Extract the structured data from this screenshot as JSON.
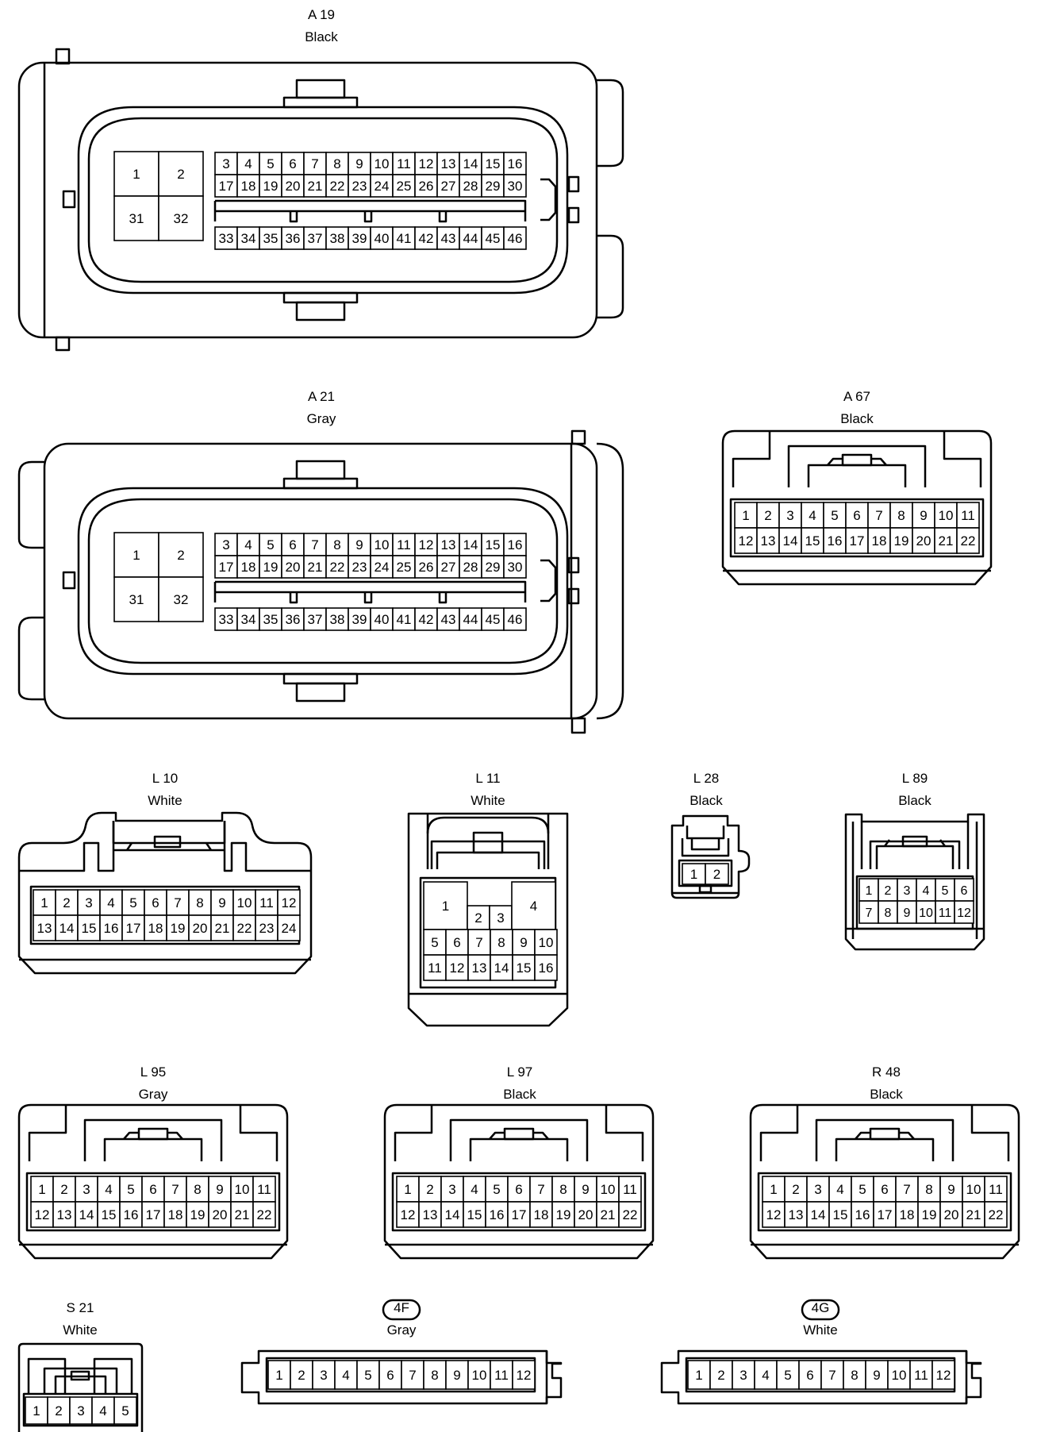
{
  "connectors": [
    {
      "key": "a19",
      "id": "A 19",
      "color": "Black"
    },
    {
      "key": "a21",
      "id": "A 21",
      "color": "Gray"
    },
    {
      "key": "a67",
      "id": "A 67",
      "color": "Black"
    },
    {
      "key": "l10",
      "id": "L 10",
      "color": "White"
    },
    {
      "key": "l11",
      "id": "L 11",
      "color": "White"
    },
    {
      "key": "l28",
      "id": "L 28",
      "color": "Black"
    },
    {
      "key": "l89",
      "id": "L 89",
      "color": "Black"
    },
    {
      "key": "l95",
      "id": "L 95",
      "color": "Gray"
    },
    {
      "key": "l97",
      "id": "L 97",
      "color": "Black"
    },
    {
      "key": "r48",
      "id": "R 48",
      "color": "Black"
    },
    {
      "key": "s21",
      "id": "S 21",
      "color": "White"
    },
    {
      "key": "4f",
      "id": "4F",
      "color": "Gray",
      "badge": true
    },
    {
      "key": "4g",
      "id": "4G",
      "color": "White",
      "badge": true
    }
  ],
  "pin_blocks": {
    "ecu_big": [
      "1",
      "2",
      "31",
      "32"
    ],
    "ecu_row1": [
      "3",
      "4",
      "5",
      "6",
      "7",
      "8",
      "9",
      "10",
      "11",
      "12",
      "13",
      "14",
      "15",
      "16"
    ],
    "ecu_row2": [
      "17",
      "18",
      "19",
      "20",
      "21",
      "22",
      "23",
      "24",
      "25",
      "26",
      "27",
      "28",
      "29",
      "30"
    ],
    "ecu_row3": [
      "33",
      "34",
      "35",
      "36",
      "37",
      "38",
      "39",
      "40",
      "41",
      "42",
      "43",
      "44",
      "45",
      "46"
    ],
    "p22_row1": [
      "1",
      "2",
      "3",
      "4",
      "5",
      "6",
      "7",
      "8",
      "9",
      "10",
      "11"
    ],
    "p22_row2": [
      "12",
      "13",
      "14",
      "15",
      "16",
      "17",
      "18",
      "19",
      "20",
      "21",
      "22"
    ],
    "l10_row1": [
      "1",
      "2",
      "3",
      "4",
      "5",
      "6",
      "7",
      "8",
      "9",
      "10",
      "11",
      "12"
    ],
    "l10_row2": [
      "13",
      "14",
      "15",
      "16",
      "17",
      "18",
      "19",
      "20",
      "21",
      "22",
      "23",
      "24"
    ],
    "l11_top": [
      "1",
      "2",
      "3",
      "4"
    ],
    "l11_row2": [
      "5",
      "6",
      "7",
      "8",
      "9",
      "10"
    ],
    "l11_row3": [
      "11",
      "12",
      "13",
      "14",
      "15",
      "16"
    ],
    "l28": [
      "1",
      "2"
    ],
    "l89_row1": [
      "1",
      "2",
      "3",
      "4",
      "5",
      "6"
    ],
    "l89_row2": [
      "7",
      "8",
      "9",
      "10",
      "11",
      "12"
    ],
    "s21": [
      "1",
      "2",
      "3",
      "4",
      "5"
    ],
    "j12": [
      "1",
      "2",
      "3",
      "4",
      "5",
      "6",
      "7",
      "8",
      "9",
      "10",
      "11",
      "12"
    ]
  }
}
